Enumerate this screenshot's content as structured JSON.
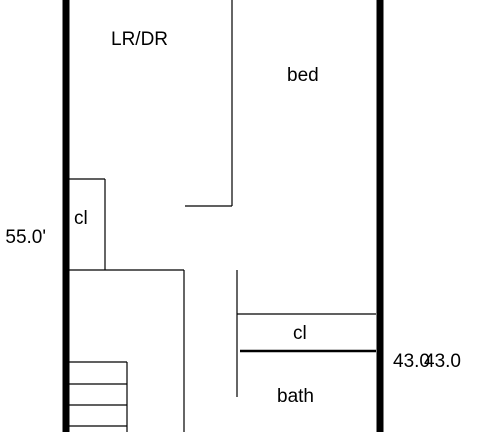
{
  "floorplan": {
    "rooms": {
      "lr_dr": "LR/DR",
      "bed": "bed",
      "closet_left": "cl",
      "closet_right": "cl",
      "bath": "bath"
    },
    "dimensions": {
      "left": "55.0'",
      "right_a": "43.0",
      "right_b": "43.0"
    }
  },
  "colors": {
    "line": "#000000",
    "background": "#ffffff"
  }
}
